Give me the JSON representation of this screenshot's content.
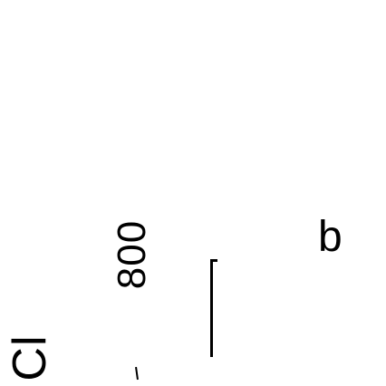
{
  "labels": {
    "cl": "Cl",
    "eight_hundred": "800",
    "b": "b"
  }
}
